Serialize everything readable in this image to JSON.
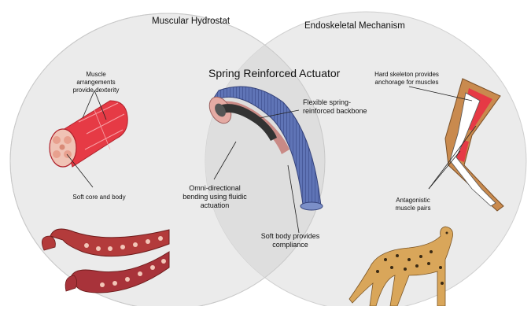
{
  "left_circle": {
    "title": "Muscular Hydrostat",
    "label_muscle": "Muscle arrangements provide dexterity",
    "label_core": "Soft core and body"
  },
  "right_circle": {
    "title": "Endoskeletal Mechanism",
    "label_skeleton": "Hard skeleton provides anchorage for muscles",
    "label_antagonistic": "Antagonistic muscle pairs"
  },
  "center": {
    "title": "Spring Reinforced Actuator",
    "label_backbone": "Flexible spring-reinforced backbone",
    "label_bending": "Omni-directional bending using fluidic actuation",
    "label_softbody": "Soft body provides compliance"
  },
  "colors": {
    "circle_fill": "#ebebeb",
    "overlap_fill": "#e2e2e2",
    "muscle_red": "#e63a45",
    "actuator_blue": "#5a6fb0",
    "actuator_pink": "#c98a86",
    "bone_tan": "#c98a4e"
  }
}
